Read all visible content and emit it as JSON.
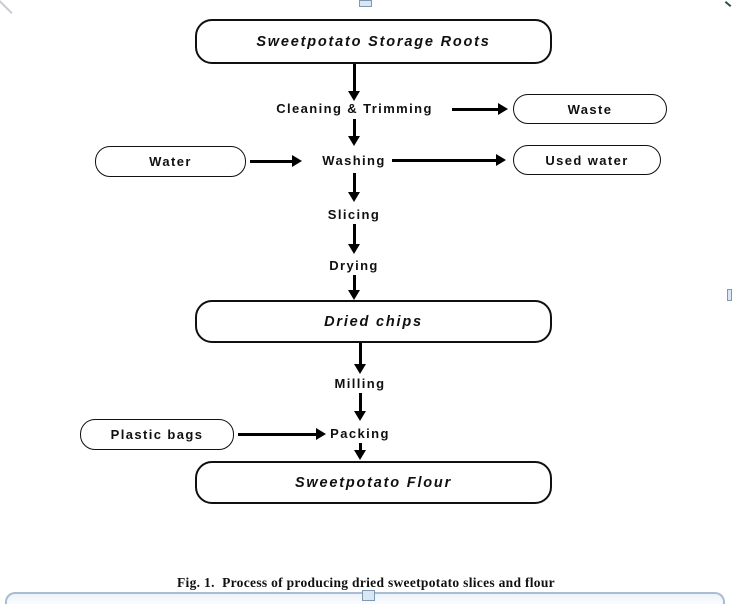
{
  "figure": {
    "nodes": {
      "storage_roots": "Sweetpotato Storage Roots",
      "cleaning": "Cleaning & Trimming",
      "waste": "Waste",
      "water": "Water",
      "washing": "Washing",
      "used_water": "Used water",
      "slicing": "Slicing",
      "drying": "Drying",
      "dried_chips": "Dried chips",
      "milling": "Milling",
      "plastic_bags": "Plastic bags",
      "packing": "Packing",
      "flour": "Sweetpotato Flour"
    },
    "caption": "Fig. 1.  Process of producing dried sweetpotato slices and flour",
    "colors": {
      "diagram_line": "#000000",
      "node_border": "#101010",
      "background": "#ffffff",
      "handle_fill": "#d9e6f4",
      "handle_border": "#8099b3",
      "band_border": "#a9bcd0"
    }
  }
}
